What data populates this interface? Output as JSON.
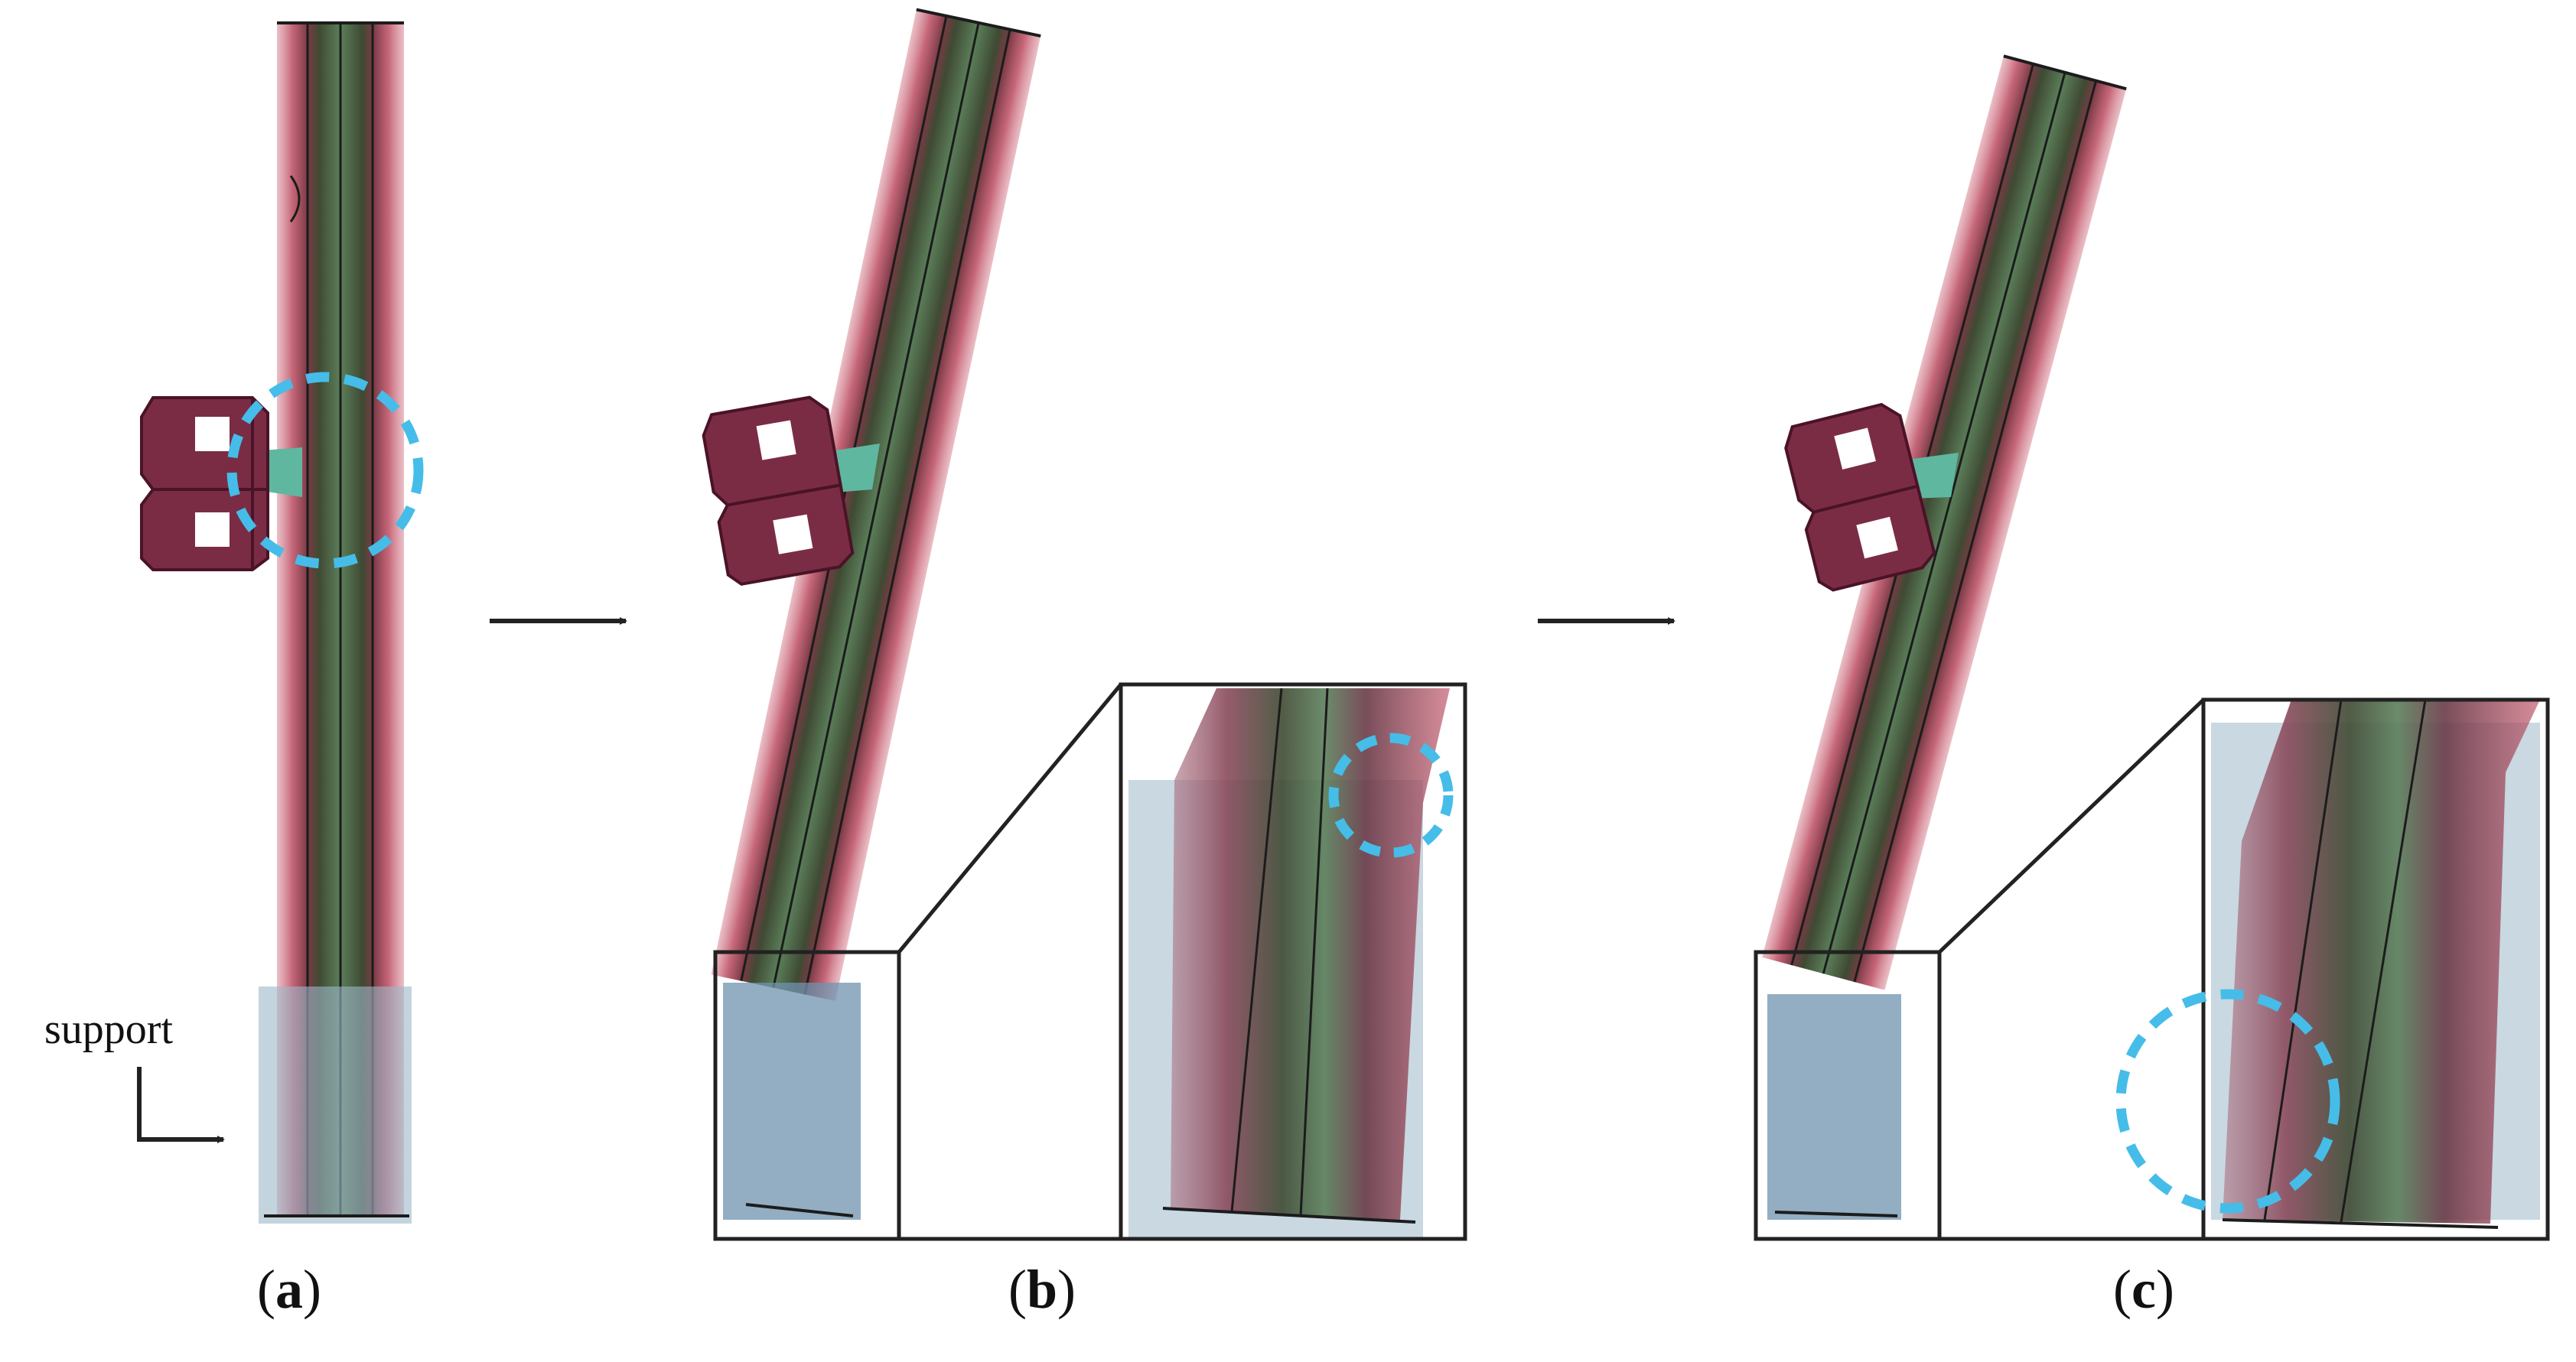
{
  "figure": {
    "colors": {
      "support_block": "#9db8c8",
      "bar_core_dark": "#3f4a33",
      "bar_core_green": "#5b7f5a",
      "bar_outer_red": "#c0566a",
      "bar_outer_pink": "#d98a98",
      "gripper": "#7b2c45",
      "gripper_dark": "#4a1327",
      "connector": "#5fb7a0",
      "highlight_circle": "#45bde8",
      "arrow": "#222222",
      "frame": "#222222"
    },
    "icons": {
      "arrow_ab": "right-arrow-icon",
      "arrow_bc": "right-arrow-icon",
      "support_pointer": "bent-arrow-icon"
    },
    "labels": {
      "support": "support"
    },
    "panels": [
      {
        "id": "a",
        "caption_open": "(",
        "caption_letter": "a",
        "caption_close": ")"
      },
      {
        "id": "b",
        "caption_open": "(",
        "caption_letter": "b",
        "caption_close": ")"
      },
      {
        "id": "c",
        "caption_open": "(",
        "caption_letter": "c",
        "caption_close": ")"
      }
    ]
  }
}
